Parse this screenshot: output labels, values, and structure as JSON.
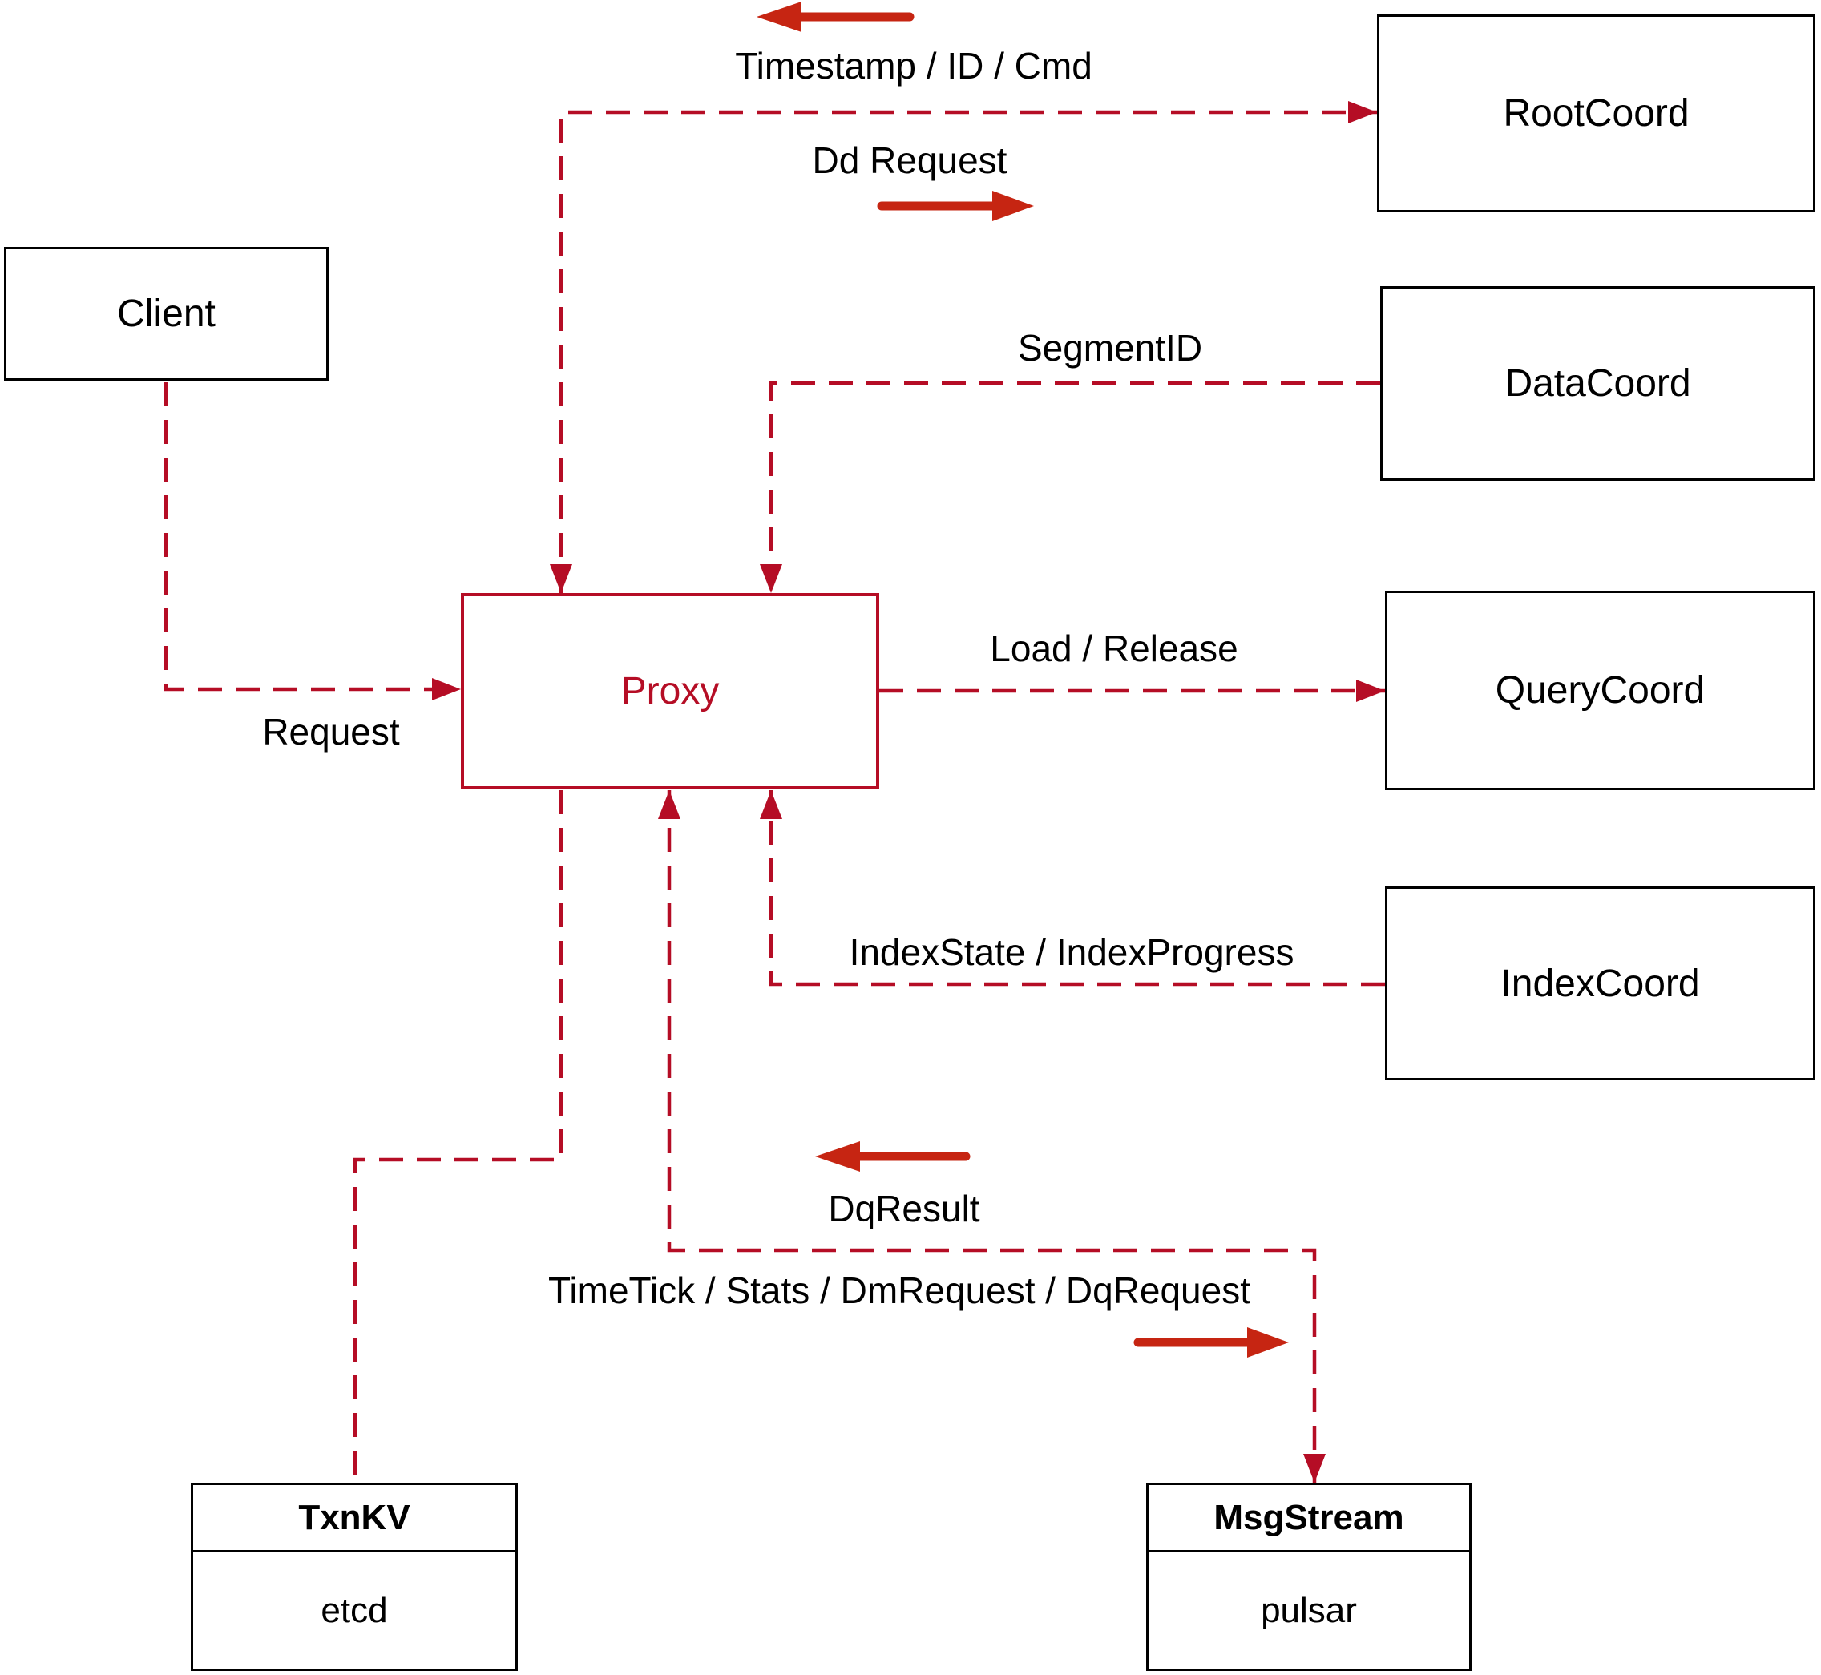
{
  "diagram": {
    "nodes": {
      "client": {
        "label": "Client"
      },
      "proxy": {
        "label": "Proxy"
      },
      "rootcoord": {
        "label": "RootCoord"
      },
      "datacoord": {
        "label": "DataCoord"
      },
      "querycoord": {
        "label": "QueryCoord"
      },
      "indexcoord": {
        "label": "IndexCoord"
      },
      "txnkv": {
        "title": "TxnKV",
        "implementation": "etcd"
      },
      "msgstream": {
        "title": "MsgStream",
        "implementation": "pulsar"
      }
    },
    "flow_labels": {
      "timestamp_id_cmd": "Timestamp / ID / Cmd",
      "dd_request": "Dd Request",
      "segment_id": "SegmentID",
      "request": "Request",
      "load_release": "Load / Release",
      "index_state_progress": "IndexState / IndexProgress",
      "dq_result": "DqResult",
      "time_tick_stats": "TimeTick / Stats / DmRequest / DqRequest"
    },
    "colors": {
      "connector": "#b50d25",
      "arrow": "#c62512",
      "node_border": "#000000",
      "label_text": "#000000",
      "background": "#ffffff"
    }
  }
}
